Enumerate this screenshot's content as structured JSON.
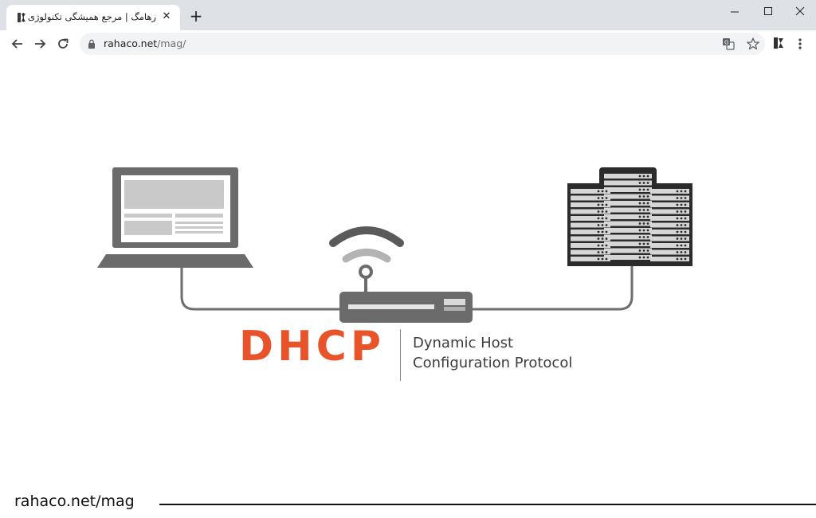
{
  "browser": {
    "tab": {
      "title": "رهامگ | مرجع همیشگی تکنولوژی |",
      "close_glyph": "✕",
      "favicon": "rahaco-logo-icon"
    },
    "new_tab_glyph": "+",
    "window_controls": {
      "minimize": "minimize-icon",
      "maximize": "maximize-icon",
      "close": "close-icon"
    },
    "toolbar": {
      "url_host": "rahaco.net",
      "url_path": "/mag/",
      "icons": [
        "back-arrow-icon",
        "forward-arrow-icon",
        "reload-icon",
        "lock-icon",
        "translate-icon",
        "star-icon",
        "extension-icon",
        "menu-icon"
      ]
    }
  },
  "content": {
    "diagram": {
      "title": "DHCP",
      "subtitle_line1": "Dynamic Host",
      "subtitle_line2": "Configuration Protocol",
      "nodes": [
        "laptop-icon",
        "wifi-router-icon",
        "server-rack-icon"
      ]
    },
    "watermark": "rahaco.net/mag"
  },
  "colors": {
    "accent": "#e8532a",
    "device_gray": "#6f6f6f",
    "server_dark": "#2b2b2b",
    "tabstrip": "#dee1e6"
  }
}
